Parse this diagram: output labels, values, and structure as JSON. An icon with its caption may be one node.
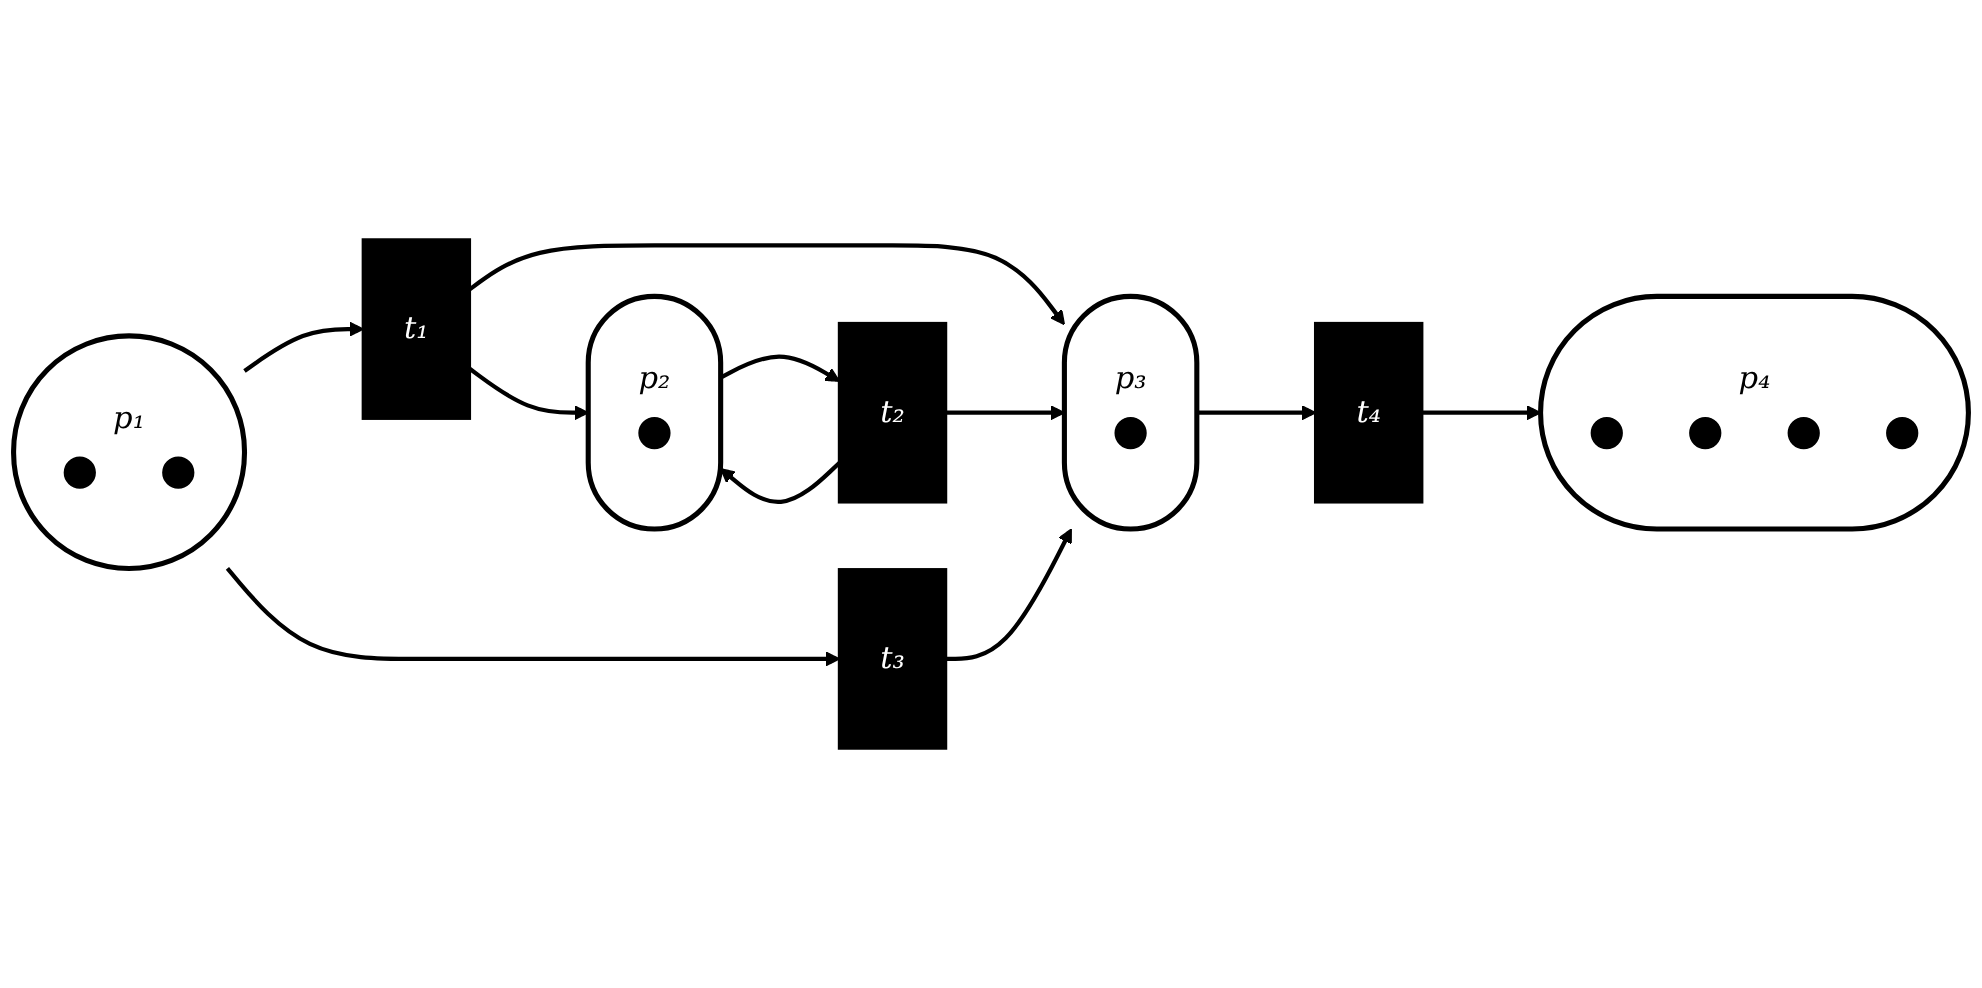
{
  "diagram": {
    "nodes": [
      {
        "text": [
          "p₁"
        ]
      },
      {
        "text": [],
        "shape": "circle",
        "in": 0
      },
      {
        "text": [],
        "shape": "circle",
        "in": 0
      },
      {
        "text": [
          "t₁"
        ]
      },
      {
        "text": [
          "t₃"
        ]
      },
      {
        "text": [
          "p₂"
        ]
      },
      {
        "text": [],
        "shape": "circle",
        "in": 5
      },
      {
        "text": [
          "t₂"
        ]
      },
      {
        "text": [
          "p₃"
        ]
      },
      {
        "text": [],
        "shape": "circle",
        "in": 8
      },
      {
        "text": [
          "t₄"
        ]
      },
      {
        "text": [
          "p₄"
        ]
      },
      {
        "text": [],
        "shape": "circle",
        "in": 11
      },
      {
        "text": [],
        "shape": "circle",
        "in": 11
      },
      {
        "text": [],
        "shape": "circle",
        "in": 11
      },
      {
        "text": [],
        "shape": "circle",
        "in": 11
      }
    ],
    "edges": [
      {
        "from": 0,
        "to": 3,
        "arrow": "to"
      },
      {
        "from": 3,
        "to": 5,
        "arrow": "to"
      },
      {
        "from": 3,
        "to": 8,
        "arrow": "to"
      },
      {
        "from": 5,
        "to": 7,
        "arrow": "to"
      },
      {
        "from": 7,
        "to": 5,
        "arrow": "to"
      },
      {
        "from": 7,
        "to": 8,
        "arrow": "to"
      },
      {
        "from": 0,
        "to": 4,
        "arrow": "to"
      },
      {
        "from": 4,
        "to": 8,
        "arrow": "to"
      },
      {
        "from": 8,
        "to": 10,
        "arrow": "to"
      },
      {
        "from": 10,
        "to": 11,
        "arrow": "to"
      }
    ]
  }
}
